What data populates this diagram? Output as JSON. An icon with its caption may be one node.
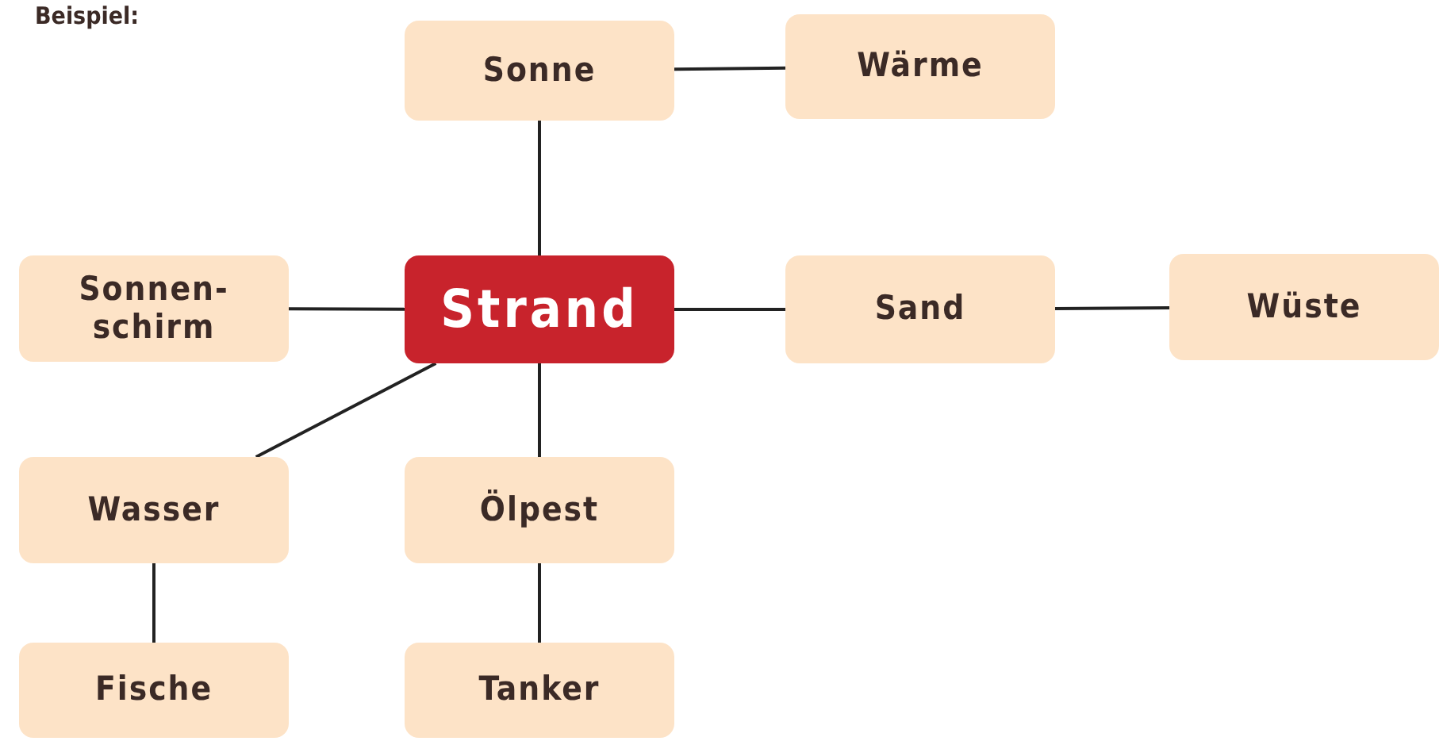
{
  "diagram": {
    "nodes": [
      {
        "text": [
          "Sonne"
        ]
      },
      {
        "text": [
          "Wärme"
        ]
      },
      {
        "text": [
          "Sonnen- schirm"
        ]
      },
      {
        "text": [
          "Strand"
        ]
      },
      {
        "text": [
          "Sand"
        ]
      },
      {
        "text": [
          "Wüste"
        ]
      },
      {
        "text": [
          "Wasser"
        ]
      },
      {
        "text": [
          "Ölpest"
        ]
      },
      {
        "text": [
          "Fische"
        ]
      },
      {
        "text": [
          "Tanker"
        ]
      }
    ],
    "edges": [
      {
        "from": 0,
        "to": 1,
        "arrow": "none"
      },
      {
        "from": 0,
        "to": 3,
        "arrow": "none"
      },
      {
        "from": 2,
        "to": 3,
        "arrow": "none"
      },
      {
        "from": 3,
        "to": 4,
        "arrow": "none"
      },
      {
        "from": 4,
        "to": 5,
        "arrow": "none"
      },
      {
        "from": 3,
        "to": 6,
        "arrow": "none"
      },
      {
        "from": 3,
        "to": 7,
        "arrow": "none"
      },
      {
        "from": 6,
        "to": 8,
        "arrow": "none"
      },
      {
        "from": 7,
        "to": 9,
        "arrow": "none"
      }
    ],
    "labels": [
      "Beispiel:"
    ]
  }
}
